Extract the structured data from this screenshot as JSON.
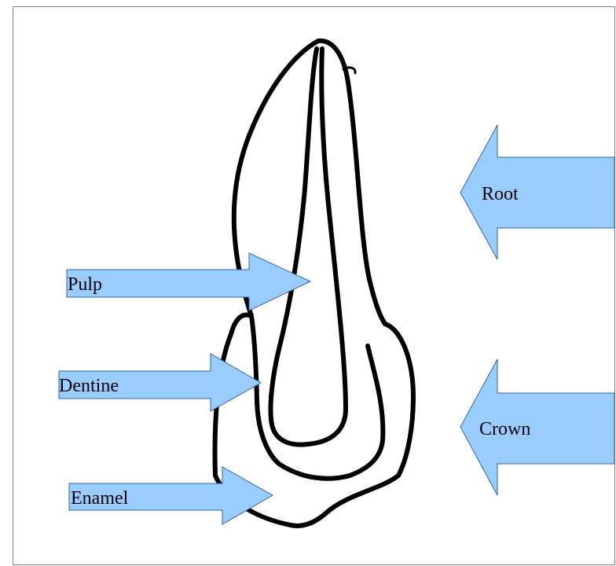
{
  "labels": {
    "pulp": "Pulp",
    "dentine": "Dentine",
    "enamel": "Enamel",
    "root": "Root",
    "crown": "Crown"
  },
  "colors": {
    "arrow_fill": "#99ccff",
    "arrow_stroke": "#3465a4",
    "outline": "#000000",
    "frame": "#808080"
  }
}
